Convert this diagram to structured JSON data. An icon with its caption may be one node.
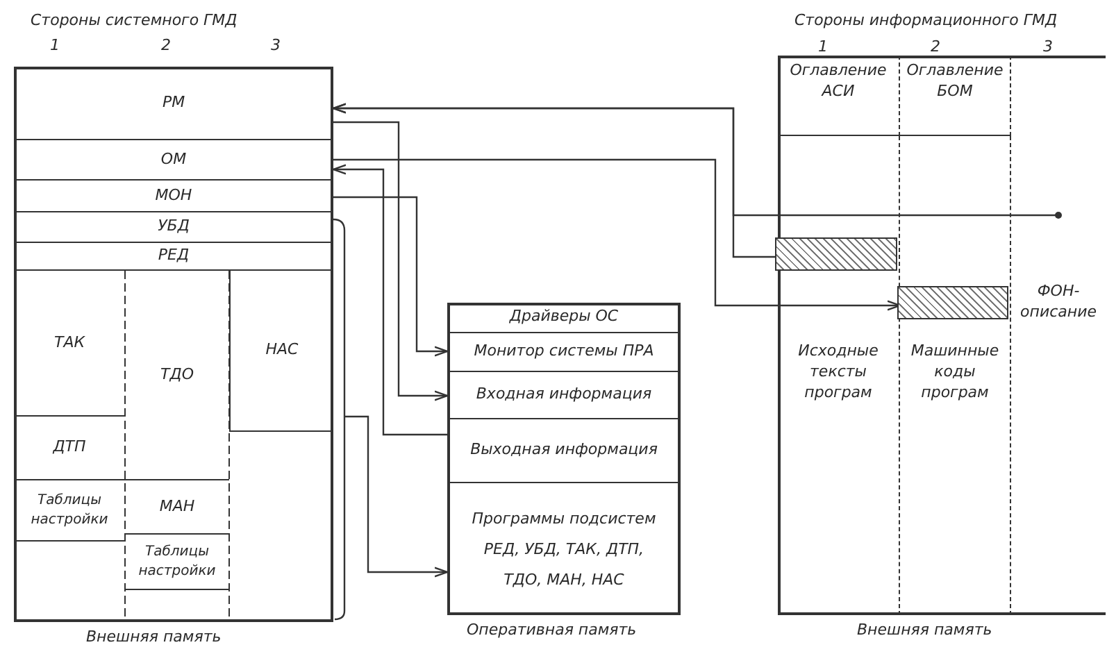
{
  "diagram": {
    "nodes": [
      {
        "text": [
          "Стороны системного ГМД"
        ],
        "beside": [
          "Внешняя память"
        ]
      },
      {
        "text": [
          "РМ"
        ],
        "in": 0
      },
      {
        "text": [
          "ОМ"
        ],
        "in": 0
      },
      {
        "text": [
          "МОН"
        ],
        "in": 0
      },
      {
        "text": [
          "УБД"
        ],
        "in": 0
      },
      {
        "text": [
          "РЕД"
        ],
        "in": 0
      },
      {
        "text": [
          "ТАК"
        ],
        "in": 0
      },
      {
        "text": [
          "ДТП"
        ],
        "in": 0
      },
      {
        "text": [
          "Таблицы настройки"
        ],
        "in": 0
      },
      {
        "text": [
          "ТДО"
        ],
        "in": 0
      },
      {
        "text": [
          "МАН"
        ],
        "in": 0
      },
      {
        "text": [
          "Таблицы настройки"
        ],
        "in": 0
      },
      {
        "text": [
          "НАС"
        ],
        "in": 0
      },
      {
        "text": [],
        "shape": "box",
        "beside": [
          "Оперативная память"
        ]
      },
      {
        "text": [
          "Драйверы ОС"
        ],
        "in": 13
      },
      {
        "text": [
          "Монитор системы ПРА"
        ],
        "in": 13
      },
      {
        "text": [
          "Входная информация"
        ],
        "in": 13
      },
      {
        "text": [
          "Выходная информация"
        ],
        "in": 13
      },
      {
        "text": [
          "Программы подсистем РЕД, УБД, ТАК, ДТП, ТДО, МАН, НАС"
        ],
        "in": 13
      },
      {
        "text": [
          "Стороны информационного ГМД"
        ],
        "beside": [
          "Внешняя память"
        ]
      },
      {
        "text": [
          "Оглавление АСИ"
        ],
        "in": 19
      },
      {
        "text": [
          "Оглавление БОМ"
        ],
        "in": 19
      },
      {
        "text": [
          "Исходные тексты програм"
        ],
        "in": 19
      },
      {
        "text": [
          "Машинные коды програм"
        ],
        "in": 19
      },
      {
        "text": [
          "ФОН-описание"
        ],
        "in": 19
      },
      {
        "text": [],
        "shape": "bar",
        "in": 22
      },
      {
        "text": [],
        "shape": "bar",
        "in": 23
      }
    ],
    "edges": [
      {
        "from": 25,
        "to": 1,
        "arrow": "to"
      },
      {
        "from": 24,
        "to": 1,
        "arrow": "to"
      },
      {
        "from": 2,
        "to": 26,
        "arrow": "to"
      },
      {
        "from": 1,
        "to": 16,
        "arrow": "to"
      },
      {
        "from": 17,
        "to": 2,
        "arrow": "to"
      },
      {
        "from": 3,
        "to": 15,
        "arrow": "to"
      },
      {
        "from": 4,
        "to": 18,
        "arrow": "to"
      }
    ],
    "labels": [
      "1",
      "2",
      "3",
      "1",
      "2",
      "3"
    ]
  }
}
